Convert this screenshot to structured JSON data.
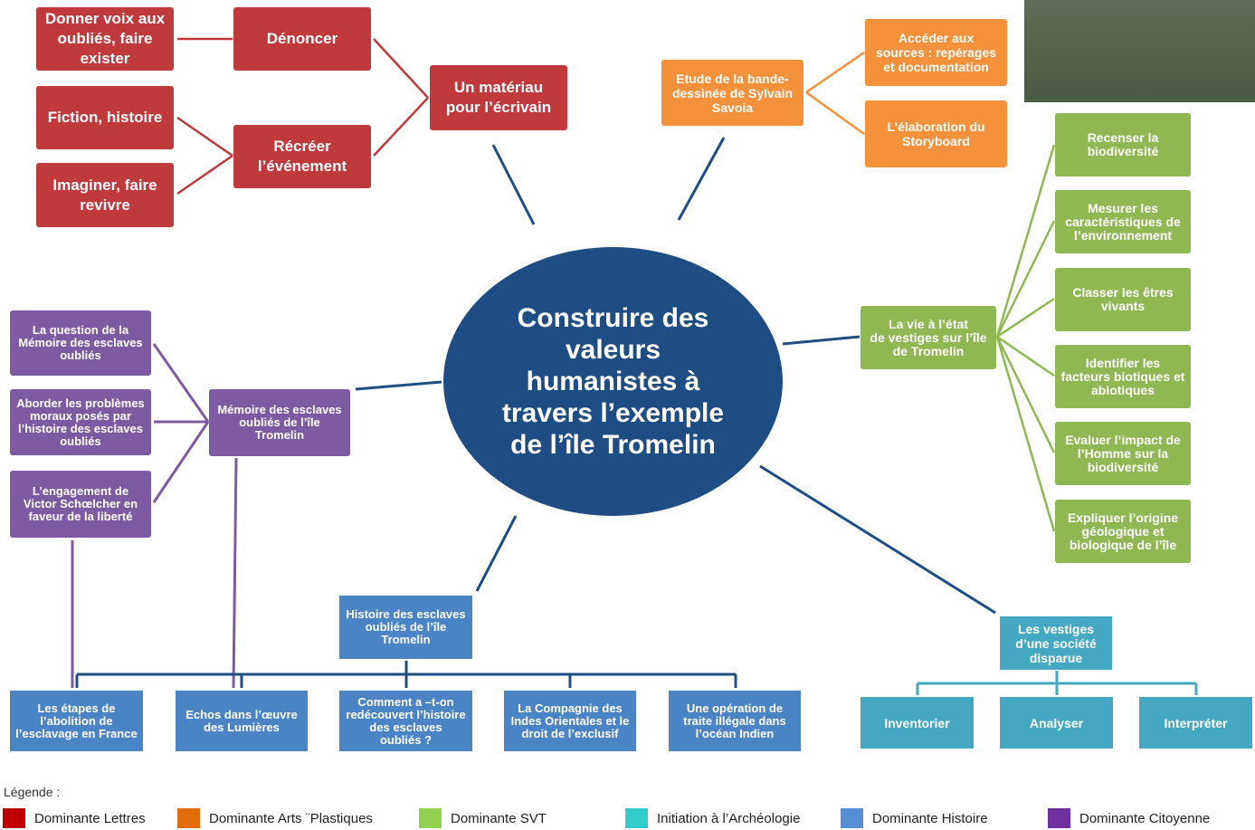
{
  "center": "Construire des\nvaleurs\nhumanistes à\ntravers l’exemple\nde l’île Tromelin",
  "lettres": {
    "donner_voix": "Donner voix aux\noubliés, faire\nexister",
    "fiction": "Fiction, histoire",
    "imaginer": "Imaginer, faire\nrevivre",
    "denoncer": "Dénoncer",
    "recreer": "Récréer\nl’événement",
    "materiau": "Un matériau\npour l’écrivain"
  },
  "arts": {
    "etude": "Etude de la bande-\ndessinée de Sylvain\nSavoia",
    "sources": "Accéder aux\nsources : repérages\net documentation",
    "storyboard": "L’élaboration du\nStoryboard"
  },
  "svt": {
    "vie": "La vie à l’état\nde vestiges sur l’île\nde Tromelin",
    "items": [
      "Recenser la\nbiodiversité",
      "Mesurer les\ncaractéristiques de\nl’environnement",
      "Classer les êtres\nvivants",
      "Identifier les\nfacteurs biotiques et\nabiotiques",
      "Evaluer l’impact de\nl’Homme sur la\nbiodiversité",
      "Expliquer l’origine\ngéologique et\nbiologique de l’île"
    ]
  },
  "citoyenne": {
    "memoire": "Mémoire des esclaves\noubliés de l’île\nTromelin",
    "items": [
      "La question de la\nMémoire des esclaves\noubliés",
      "Aborder les problèmes\nmoraux posés par\nl’histoire des esclaves\noubliés",
      "L’engagement de\nVictor Schœlcher en\nfaveur de la liberté"
    ]
  },
  "histoire": {
    "main": "Histoire des esclaves\noubliés de l’île\nTromelin",
    "items": [
      "Les étapes de\nl’abolition de\nl’esclavage en France",
      "Echos dans l’œuvre\ndes Lumières",
      "Comment a –t-on\nredécouvert l’histoire\ndes esclaves\noubliés ?",
      "La Compagnie des\nIndes Orientales et le\ndroit de l’exclusif",
      "Une opération de\ntraite illégale dans\nl’océan Indien"
    ]
  },
  "archeologie": {
    "main": "Les vestiges\nd’une société\ndisparue",
    "items": [
      "Inventorier",
      "Analyser",
      "Interpréter"
    ]
  },
  "legend": {
    "title": "Légende :",
    "items": [
      {
        "label": "Dominante Lettres",
        "color": "#c00000"
      },
      {
        "label": "Dominante Arts ¨Plastiques",
        "color": "#e36c0a"
      },
      {
        "label": "Dominante SVT",
        "color": "#92d050"
      },
      {
        "label": "Initiation à l’Archéologie",
        "color": "#33cccc"
      },
      {
        "label": "Dominante Histoire",
        "color": "#558ed5"
      },
      {
        "label": "Dominante Citoyenne",
        "color": "#7030a0"
      }
    ]
  },
  "colors": {
    "lettres": "#c0393d",
    "arts": "#f5913a",
    "svt": "#8fb852",
    "citoyenne": "#7e5aa3",
    "histoire": "#4a84c4",
    "archeologie": "#45a8c3",
    "center": "#1e4d84"
  }
}
